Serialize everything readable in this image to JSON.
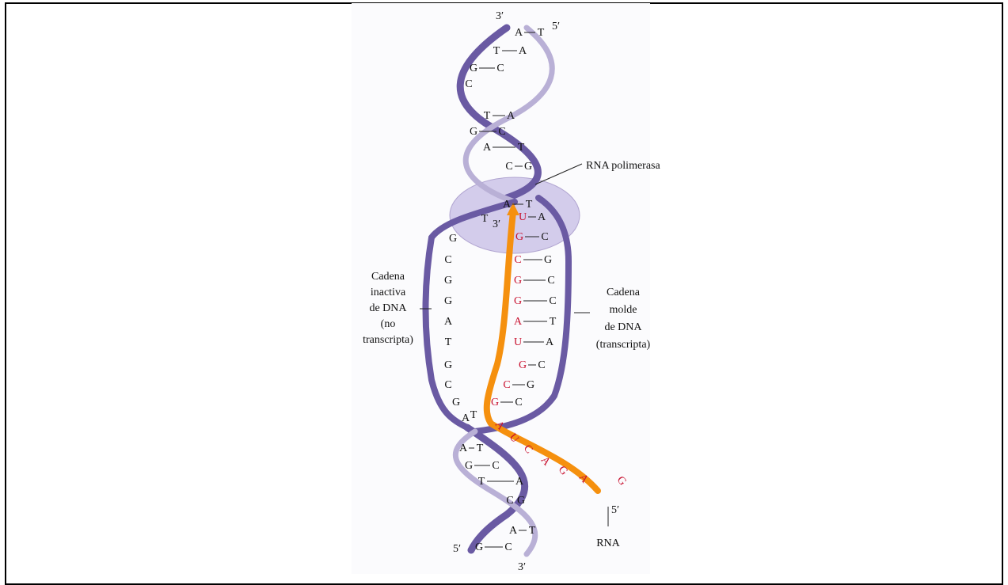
{
  "diagram": {
    "labels": {
      "rna_polymerase": "RNA polimerasa",
      "inactive_strand": [
        "Cadena",
        "inactiva",
        "de DNA",
        "(no",
        "transcripta)"
      ],
      "template_strand": [
        "Cadena",
        "molde",
        "de DNA",
        "(transcripta)"
      ],
      "rna": "RNA"
    },
    "ends": {
      "top_left": "3′",
      "top_right": "5′",
      "bottom_left": "5′",
      "bottom_right": "3′",
      "rna_3prime": "3′",
      "rna_5prime": "5′"
    },
    "top_pairs": [
      [
        "A",
        "T"
      ],
      [
        "T",
        "A"
      ],
      [
        "G",
        "C"
      ],
      [
        "C",
        ""
      ],
      [
        "T",
        "A"
      ],
      [
        "G",
        "C"
      ],
      [
        "A",
        "T"
      ],
      [
        "C",
        "G"
      ],
      [
        "A",
        "T"
      ]
    ],
    "inactive_bases": [
      "T",
      "G",
      "C",
      "G",
      "G",
      "A",
      "T",
      "G",
      "C",
      "G",
      "A"
    ],
    "rna_in_bubble": [
      "U",
      "G",
      "C",
      "G",
      "G",
      "A",
      "U",
      "G",
      "C",
      "G"
    ],
    "template_bases": [
      "A",
      "C",
      "G",
      "C",
      "C",
      "T",
      "A",
      "C",
      "G",
      "C"
    ],
    "rna_tail": [
      "A",
      "U",
      "C",
      "A",
      "G",
      "A",
      "G"
    ],
    "bottom_pairs": [
      [
        "T",
        ""
      ],
      [
        "A",
        "T"
      ],
      [
        "G",
        "C"
      ],
      [
        "T",
        "A"
      ],
      [
        "C",
        "G"
      ],
      [
        "A",
        "T"
      ],
      [
        "G",
        "C"
      ]
    ],
    "colors": {
      "strand": "#6a5aa3",
      "strand_light": "#b9b0d6",
      "rna_path": "#f5900e",
      "rna_base": "#c8102e",
      "polymerase": "#cfc7ea"
    }
  }
}
